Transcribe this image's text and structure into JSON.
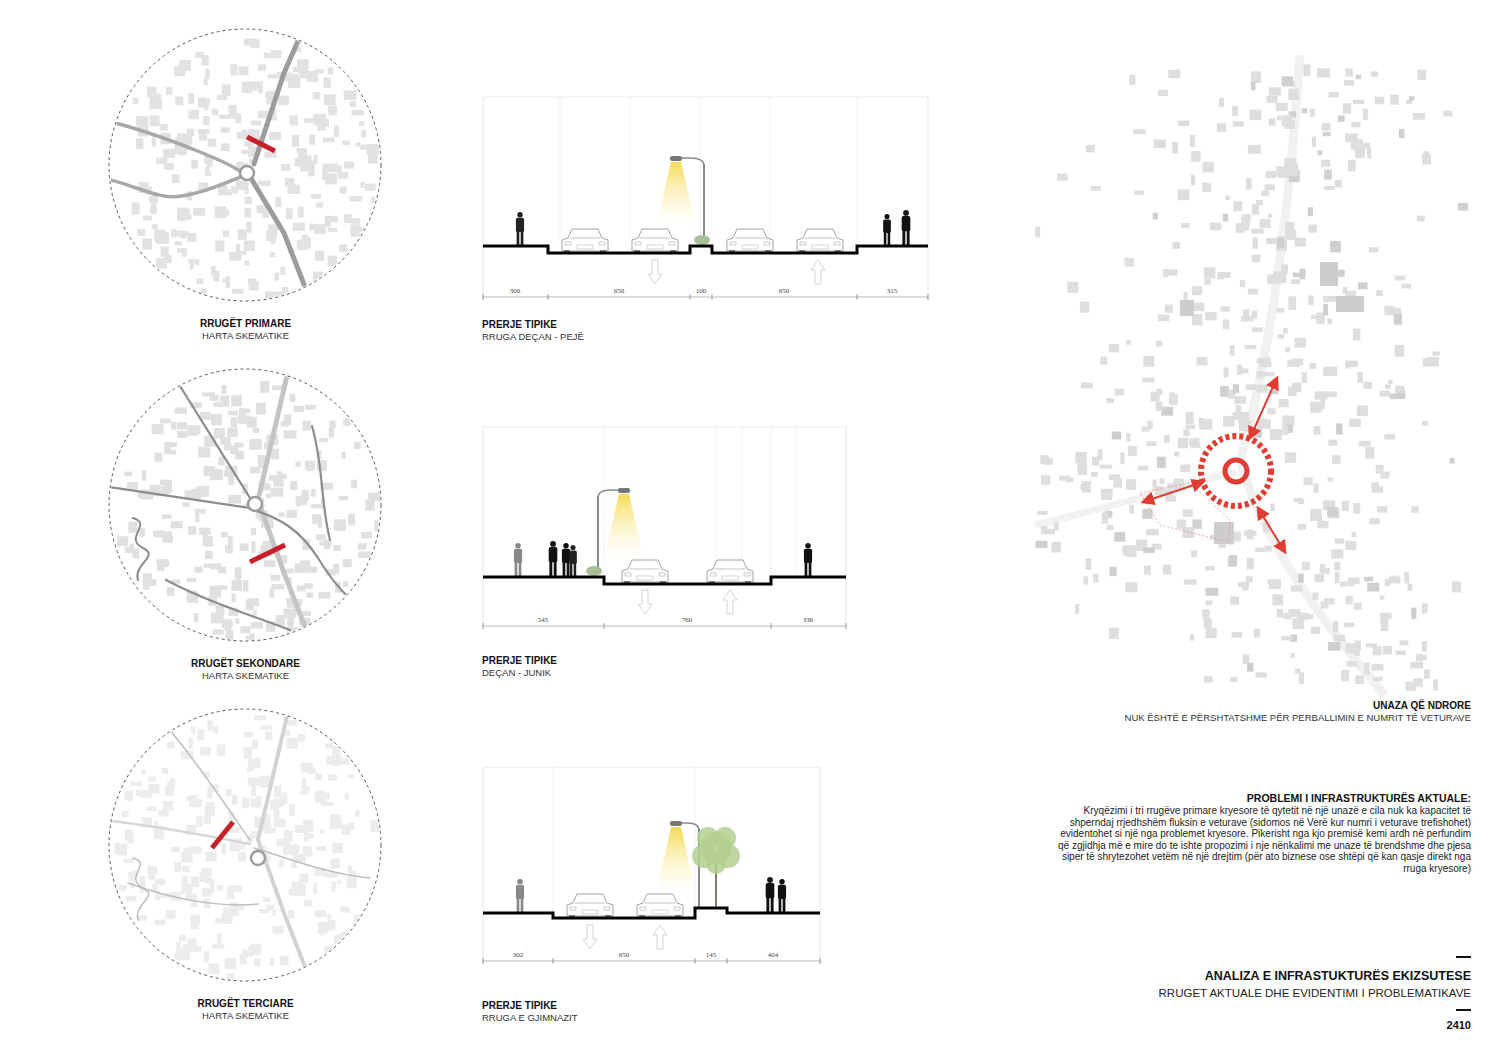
{
  "diagram": {
    "title": "ANALIZA E INFRASTUKTURËS EKIZSUTESE",
    "caption": "RRUGET AKTUALE DHE EVIDENTIMI I PROBLEMATIKAVE",
    "nodes": [
      {
        "text": [
          "RRUGËT PRIMARE",
          "HARTA SKEMATIKE"
        ]
      },
      {
        "text": [
          "RRUGËT SEKONDARE",
          "HARTA SKEMATIKE"
        ]
      },
      {
        "text": [
          "RRUGËT TERCIARE",
          "HARTA SKEMATIKE"
        ]
      }
    ],
    "labels": [
      "PRERJE TIPIKE",
      "RRUGA DEÇAN - PEJË",
      "300",
      "650",
      "100",
      "650",
      "315",
      "PRERJE TIPIKE",
      "DEÇAN - JUNIK",
      "545",
      "760",
      "330",
      "PRERJE TIPIKE",
      "RRUGA E GJIMNAZIT",
      "302",
      "650",
      "145",
      "404",
      "UNAZA QË NDRORE",
      "NUK ËSHTË E PËRSHTATSHME PËR PERBALLIMIN E NUMRIT TË VETURAVE",
      "PROBLEMI I INFRASTRUKTURËS AKTUALE:",
      "Kryqëzimi i tri rrugëve primare kryesore të qytetit në një unazë e cila nuk ka kapacitet të shperndaj rrjedhshëm fluksin e veturave (sidomos në Verë kur numri i veturave trefishohet) evidentohet si një nga problemet kryesore. Pikerisht nga kjo premisë kemi ardh në perfundim që zgjidhja më e mire do te ishte propozimi i nje nënkalimi me unaze të brendshme dhe pjesa siper të shrytezohet vetëm në një drejtim (për ato biznese ose shtëpi që kan qasje direkt nga rruga kryesore)",
      "2410"
    ]
  }
}
